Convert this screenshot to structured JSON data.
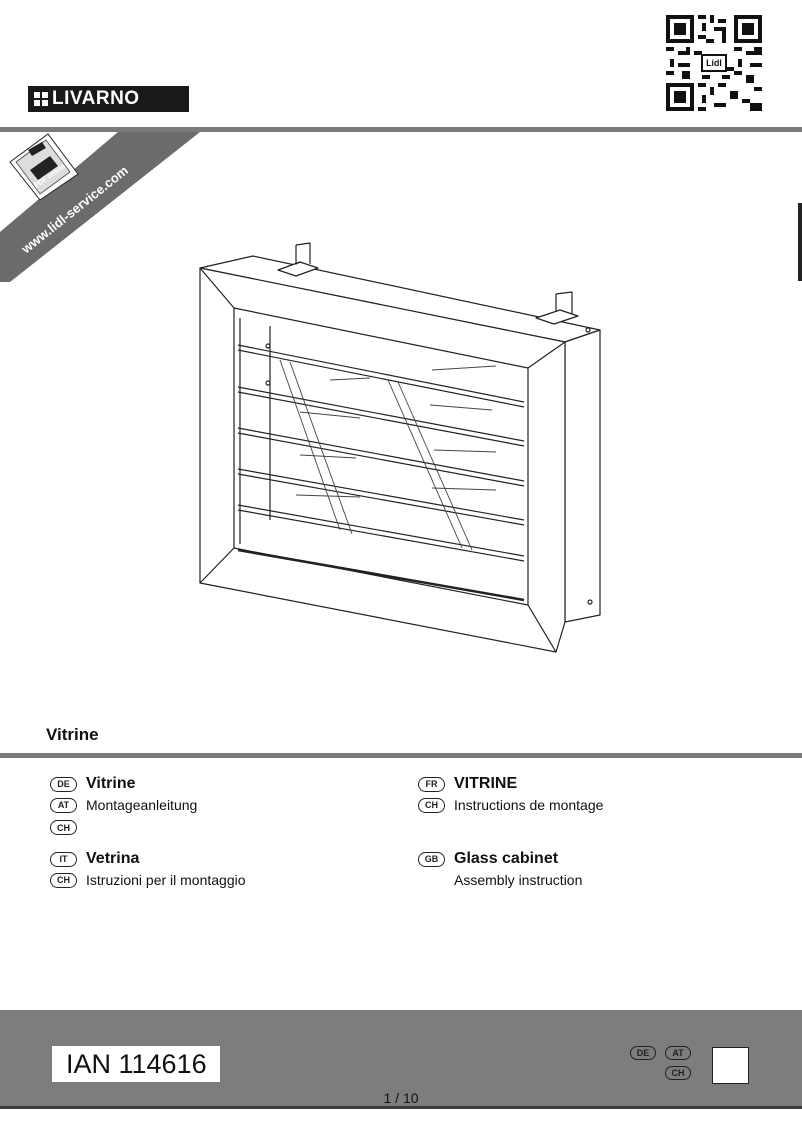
{
  "brand": {
    "name": "LIVARNO"
  },
  "ribbon": {
    "url": "www.lidl-service.com",
    "badge": "PDF online"
  },
  "qr": {
    "label": "Lidl"
  },
  "product": {
    "title": "Vitrine"
  },
  "languages": [
    {
      "codes": [
        "DE",
        "AT",
        "CH"
      ],
      "title": "Vitrine",
      "subtitle": "Montageanleitung"
    },
    {
      "codes": [
        "FR",
        "CH"
      ],
      "title": "VITRINE",
      "subtitle": "Instructions de montage"
    },
    {
      "codes": [
        "IT",
        "CH"
      ],
      "title": "Vetrina",
      "subtitle": "Istruzioni per il montaggio"
    },
    {
      "codes": [
        "GB"
      ],
      "title": "Glass cabinet",
      "subtitle": "Assembly instruction"
    }
  ],
  "footer": {
    "ian": "IAN 114616",
    "page": "1 / 10",
    "badges": [
      "DE",
      "AT",
      "CH"
    ]
  },
  "colors": {
    "rule": "#7a7a7a",
    "footer": "#7d7d7d",
    "ink": "#111111"
  }
}
